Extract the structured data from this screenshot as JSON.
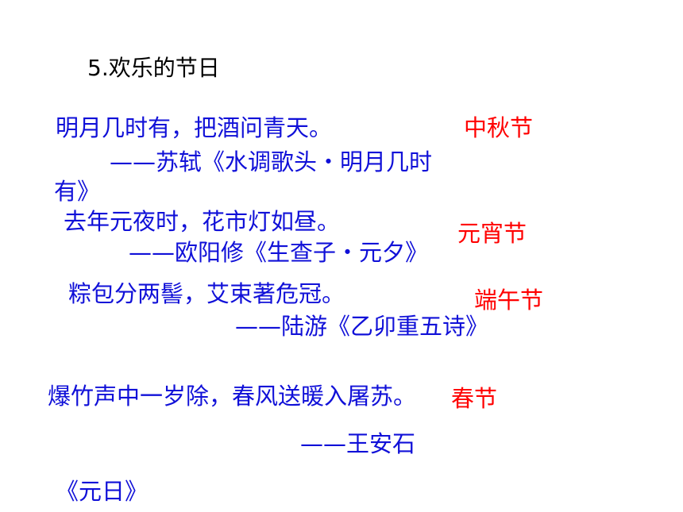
{
  "title": "5.欢乐的节日",
  "colors": {
    "poem_text": "#1010d8",
    "festival_label": "#ff0000",
    "title_text": "#000000"
  },
  "poems": [
    {
      "verse": "明月几时有，把酒问青天。",
      "attribution_line1": "——苏轼《水调歌头・明月几时",
      "attribution_line2": "有》",
      "festival": "中秋节"
    },
    {
      "verse": "去年元夜时，花市灯如昼。",
      "attribution_line1": "——欧阳修《生查子・元夕》",
      "festival": "元宵节"
    },
    {
      "verse": "粽包分两髻，艾束著危冠。",
      "attribution_line1": "——陆游《乙卯重五诗》",
      "festival": "端午节"
    },
    {
      "verse": "爆竹声中一岁除，春风送暖入屠苏。",
      "attribution_line1": "——王安石",
      "attribution_line2": "《元日》",
      "festival": "春节"
    }
  ]
}
